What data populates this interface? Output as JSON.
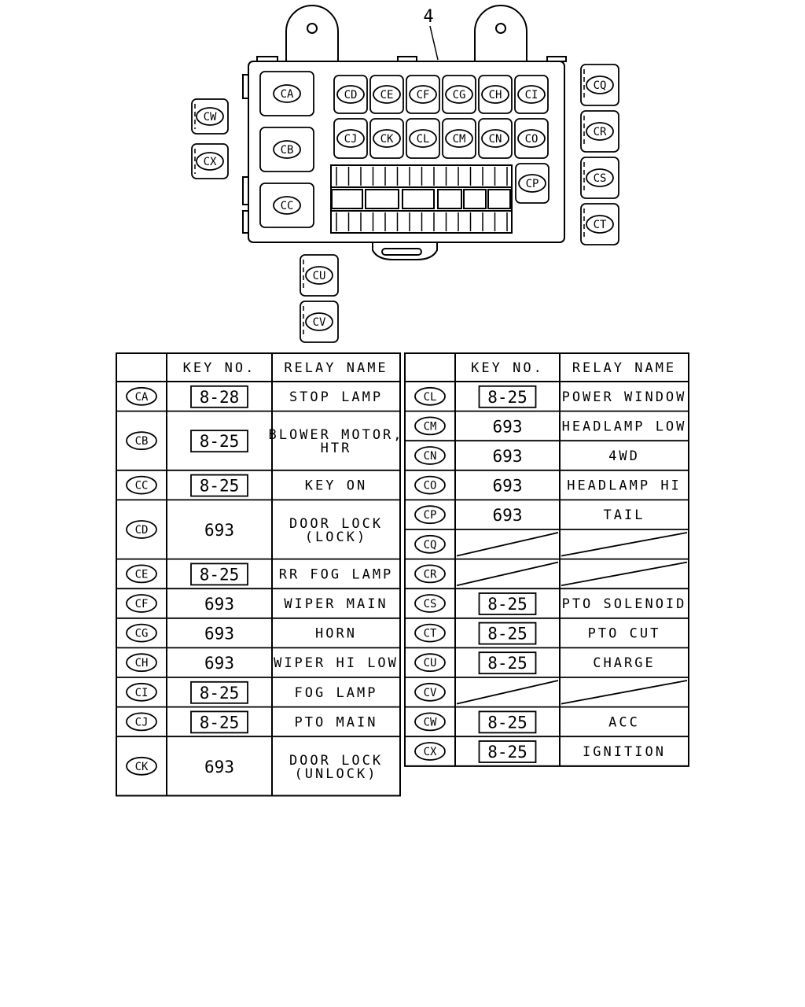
{
  "diagram": {
    "callout": "4",
    "box_relays_row1": [
      "CD",
      "CE",
      "CF",
      "CG",
      "CH",
      "CI"
    ],
    "box_relays_row2": [
      "CJ",
      "CK",
      "CL",
      "CM",
      "CN",
      "CO"
    ],
    "box_left_relays": [
      "CA",
      "CB",
      "CC"
    ],
    "box_side_relay": "CP",
    "left_external": [
      "CW",
      "CX"
    ],
    "right_external": [
      "CQ",
      "CR",
      "CS",
      "CT"
    ],
    "bottom_external": [
      "CU",
      "CV"
    ]
  },
  "table": {
    "headers": {
      "code": "",
      "key": "KEY NO.",
      "name": "RELAY NAME"
    },
    "left": [
      {
        "code": "CA",
        "key": "8-28",
        "boxed": true,
        "name": [
          "STOP LAMP"
        ],
        "rows": 1
      },
      {
        "code": "CB",
        "key": "8-25",
        "boxed": true,
        "name": [
          "BLOWER MOTOR,",
          "HTR"
        ],
        "rows": 2
      },
      {
        "code": "CC",
        "key": "8-25",
        "boxed": true,
        "name": [
          "KEY ON"
        ],
        "rows": 1
      },
      {
        "code": "CD",
        "key": "693",
        "boxed": false,
        "name": [
          "DOOR LOCK",
          "(LOCK)"
        ],
        "rows": 2
      },
      {
        "code": "CE",
        "key": "8-25",
        "boxed": true,
        "name": [
          "RR FOG LAMP"
        ],
        "rows": 1
      },
      {
        "code": "CF",
        "key": "693",
        "boxed": false,
        "name": [
          "WIPER MAIN"
        ],
        "rows": 1
      },
      {
        "code": "CG",
        "key": "693",
        "boxed": false,
        "name": [
          "HORN"
        ],
        "rows": 1
      },
      {
        "code": "CH",
        "key": "693",
        "boxed": false,
        "name": [
          "WIPER HI LOW"
        ],
        "rows": 1
      },
      {
        "code": "CI",
        "key": "8-25",
        "boxed": true,
        "name": [
          "FOG LAMP"
        ],
        "rows": 1
      },
      {
        "code": "CJ",
        "key": "8-25",
        "boxed": true,
        "name": [
          "PTO MAIN"
        ],
        "rows": 1
      },
      {
        "code": "CK",
        "key": "693",
        "boxed": false,
        "name": [
          "DOOR LOCK",
          "(UNLOCK)"
        ],
        "rows": 2
      }
    ],
    "right": [
      {
        "code": "CL",
        "key": "8-25",
        "boxed": true,
        "name": [
          "POWER WINDOW"
        ],
        "rows": 1
      },
      {
        "code": "CM",
        "key": "693",
        "boxed": false,
        "name": [
          "HEADLAMP LOW"
        ],
        "rows": 1
      },
      {
        "code": "CN",
        "key": "693",
        "boxed": false,
        "name": [
          "4WD"
        ],
        "rows": 1
      },
      {
        "code": "CO",
        "key": "693",
        "boxed": false,
        "name": [
          "HEADLAMP HI"
        ],
        "rows": 1
      },
      {
        "code": "CP",
        "key": "693",
        "boxed": false,
        "name": [
          "TAIL"
        ],
        "rows": 1
      },
      {
        "code": "CQ",
        "key": "",
        "boxed": false,
        "name": [],
        "rows": 1,
        "empty": true
      },
      {
        "code": "CR",
        "key": "",
        "boxed": false,
        "name": [],
        "rows": 1,
        "empty": true
      },
      {
        "code": "CS",
        "key": "8-25",
        "boxed": true,
        "name": [
          "PTO SOLENOID"
        ],
        "rows": 1
      },
      {
        "code": "CT",
        "key": "8-25",
        "boxed": true,
        "name": [
          "PTO CUT"
        ],
        "rows": 1
      },
      {
        "code": "CU",
        "key": "8-25",
        "boxed": true,
        "name": [
          "CHARGE"
        ],
        "rows": 1
      },
      {
        "code": "CV",
        "key": "",
        "boxed": false,
        "name": [],
        "rows": 1,
        "empty": true
      },
      {
        "code": "CW",
        "key": "8-25",
        "boxed": true,
        "name": [
          "ACC"
        ],
        "rows": 1
      },
      {
        "code": "CX",
        "key": "8-25",
        "boxed": true,
        "name": [
          "IGNITION"
        ],
        "rows": 1
      }
    ]
  }
}
